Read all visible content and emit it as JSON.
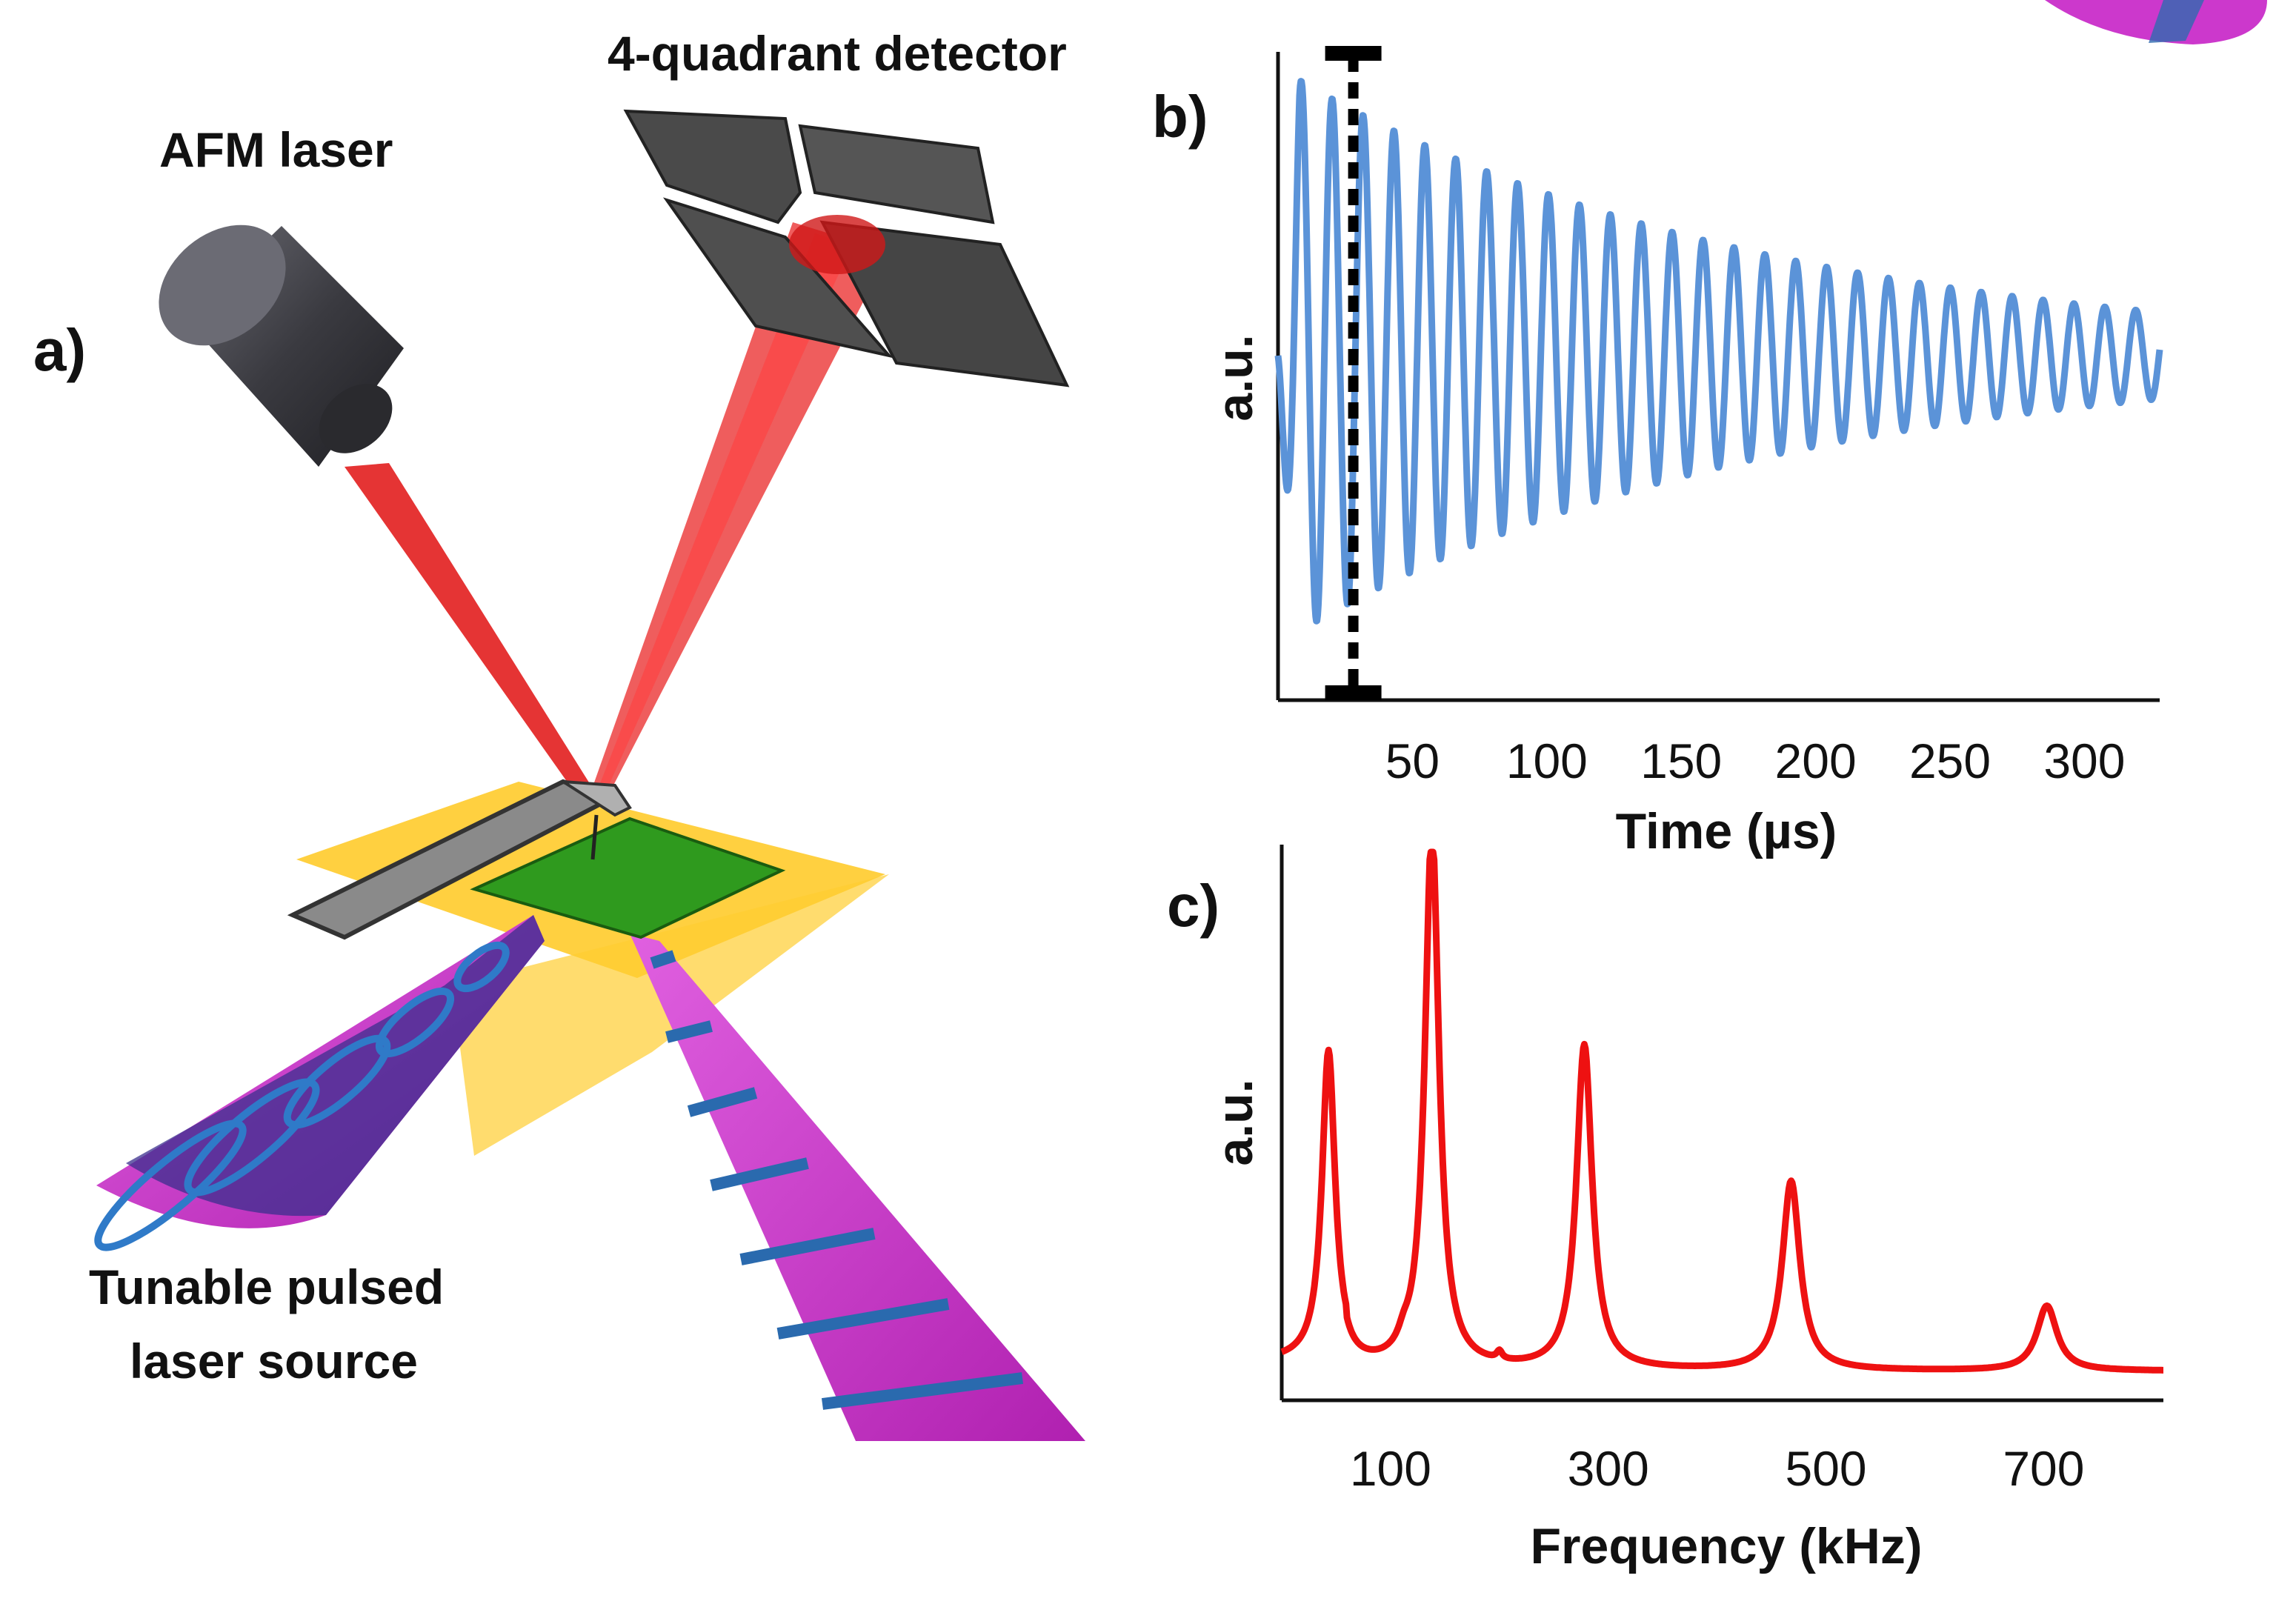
{
  "panel_a": {
    "label": "a)",
    "detector_label": "4-quadrant detector",
    "afm_laser_label": "AFM laser",
    "source_label_line1": "Tunable pulsed",
    "source_label_line2": "laser source",
    "colors": {
      "laser_beam": "#e01010",
      "pulsed_beam": "#d040d0",
      "pulse_bands": "#2f6ab0",
      "cantilever": "#8a8a8a",
      "sample": "#2f9a1e",
      "plane": "#ffc000",
      "detector": "#505050"
    }
  },
  "chart_data": [
    {
      "panel": "b)",
      "type": "line",
      "title": "",
      "xlabel": "Time (µs)",
      "ylabel": "a.u.",
      "xticks": [
        50,
        100,
        150,
        200,
        250,
        300
      ],
      "xlim": [
        0,
        328
      ],
      "series_color": "#5b93d8",
      "description_values": {
        "oscillation_period_us": 11.5,
        "start_time_us": 0,
        "initial_amplitude": 1.0,
        "final_amplitude": 0.15
      },
      "marker": {
        "x": 28,
        "style": "dashed",
        "color": "#000000"
      }
    },
    {
      "panel": "c)",
      "type": "line",
      "title": "",
      "xlabel": "Frequency (kHz)",
      "ylabel": "a.u.",
      "xticks": [
        100,
        300,
        500,
        700
      ],
      "xlim": [
        0,
        810
      ],
      "series_color": "#ee1111",
      "peaks": [
        {
          "x": 43,
          "height": 0.57
        },
        {
          "x": 138,
          "height": 1.0
        },
        {
          "x": 278,
          "height": 0.6
        },
        {
          "x": 468,
          "height": 0.35
        },
        {
          "x": 703,
          "height": 0.12
        }
      ],
      "baseline": 0.04
    }
  ]
}
